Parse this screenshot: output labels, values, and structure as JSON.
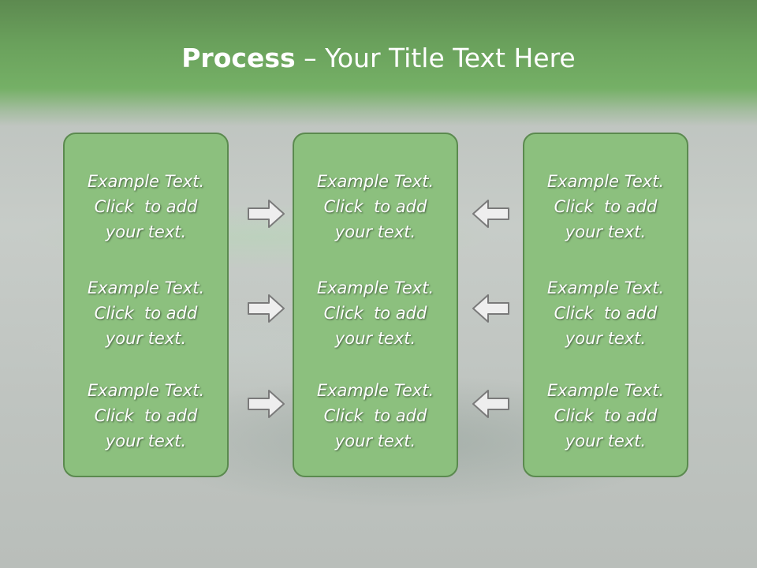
{
  "slide": {
    "title_bold": "Process",
    "title_rest": " – Your Title Text Here"
  },
  "columns": [
    {
      "items": [
        {
          "line1": "Example Text.",
          "line2": "Click  to add",
          "line3": "your text."
        },
        {
          "line1": "Example Text.",
          "line2": "Click  to add",
          "line3": "your text."
        },
        {
          "line1": "Example Text.",
          "line2": "Click  to add",
          "line3": "your text."
        }
      ]
    },
    {
      "items": [
        {
          "line1": "Example Text.",
          "line2": "Click  to add",
          "line3": "your text."
        },
        {
          "line1": "Example Text.",
          "line2": "Click  to add",
          "line3": "your text."
        },
        {
          "line1": "Example Text.",
          "line2": "Click  to add",
          "line3": "your text."
        }
      ]
    },
    {
      "items": [
        {
          "line1": "Example Text.",
          "line2": "Click  to add",
          "line3": "your text."
        },
        {
          "line1": "Example Text.",
          "line2": "Click  to add",
          "line3": "your text."
        },
        {
          "line1": "Example Text.",
          "line2": "Click  to add",
          "line3": "your text."
        }
      ]
    }
  ],
  "arrows": {
    "left_group": "arrow-right-icon",
    "right_group": "arrow-left-icon"
  },
  "colors": {
    "header_green": "#6aa15c",
    "box_fill": "#8cc07e",
    "box_border": "#5b8a4f",
    "arrow_fill": "#eeeeee",
    "arrow_stroke": "#7a7a7a"
  }
}
